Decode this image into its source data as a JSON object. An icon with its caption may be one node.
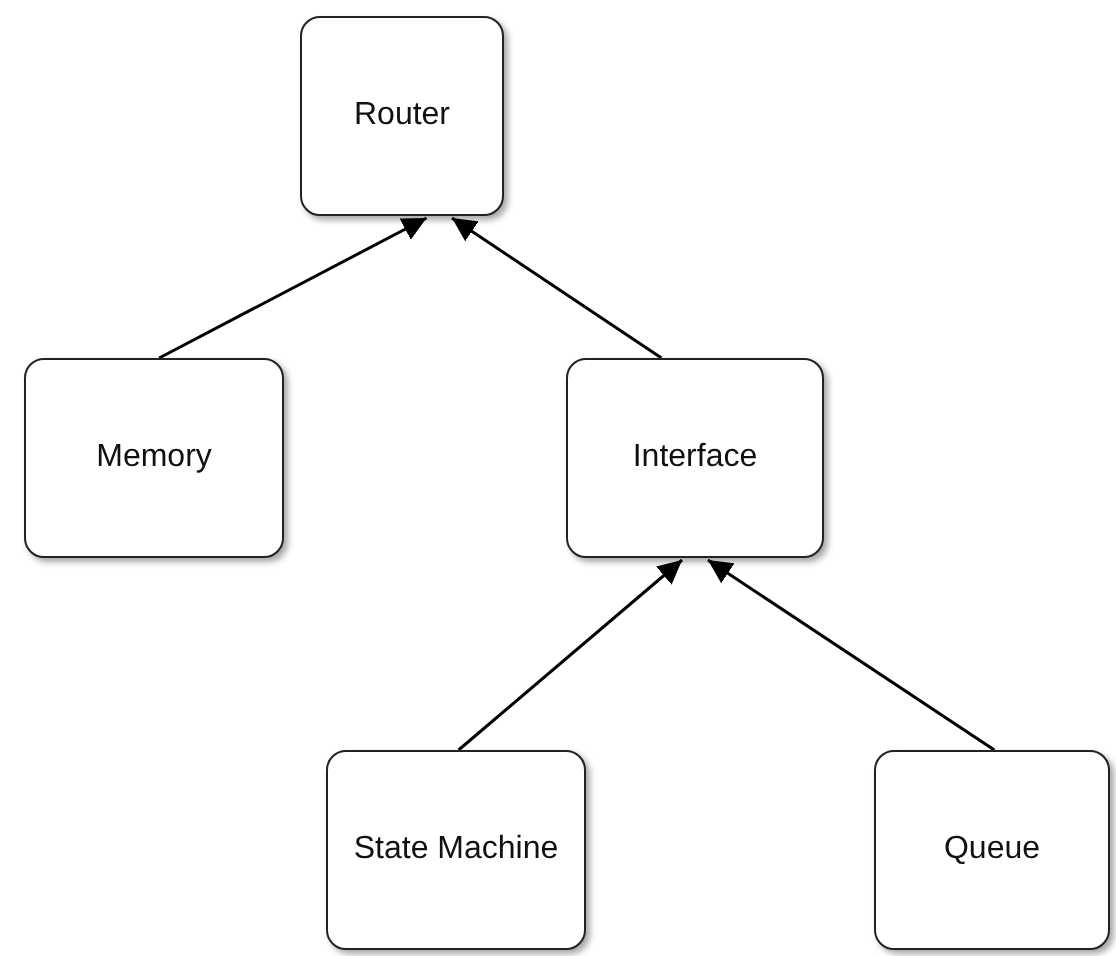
{
  "diagram": {
    "nodes": [
      {
        "text": [
          "Router"
        ]
      },
      {
        "text": [
          "Memory"
        ]
      },
      {
        "text": [
          "Interface"
        ]
      },
      {
        "text": [
          "State Machine"
        ]
      },
      {
        "text": [
          "Queue"
        ]
      }
    ],
    "edges": [
      {
        "from": 1,
        "to": 0,
        "arrow": "to"
      },
      {
        "from": 2,
        "to": 0,
        "arrow": "to"
      },
      {
        "from": 3,
        "to": 2,
        "arrow": "to"
      },
      {
        "from": 4,
        "to": 2,
        "arrow": "to"
      }
    ]
  }
}
